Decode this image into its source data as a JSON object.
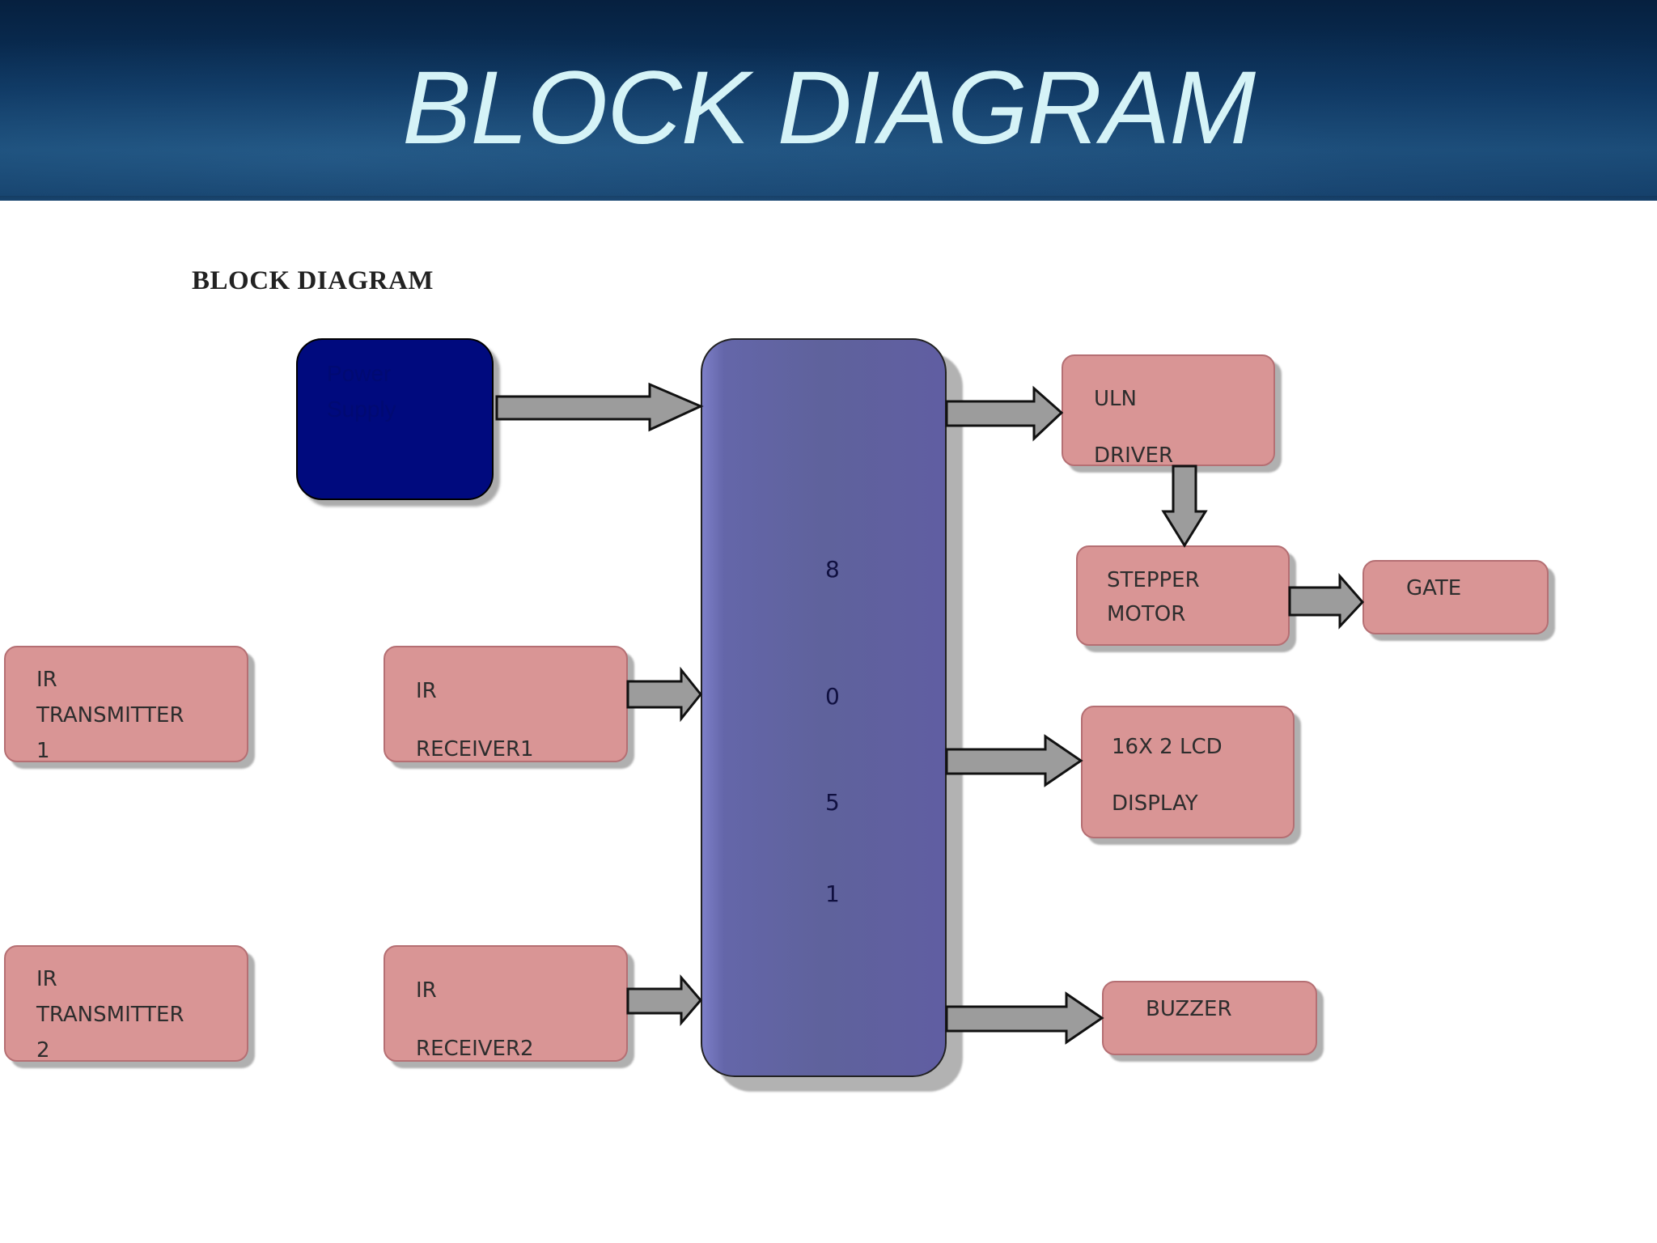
{
  "header": {
    "title": "BLOCK DIAGRAM"
  },
  "diagram": {
    "heading": "BLOCK DIAGRAM",
    "power_supply": "Power\nSupply",
    "microcontroller": [
      "8",
      "0",
      "5",
      "1"
    ],
    "ir_transmitter_1": "IR\nTRANSMITTER\n1",
    "ir_transmitter_2": "IR\nTRANSMITTER\n2",
    "ir_receiver_1": "IR\nRECEIVER1",
    "ir_receiver_2": "IR\nRECEIVER2",
    "uln_driver": "ULN\nDRIVER",
    "stepper_motor": "STEPPER\nMOTOR",
    "gate": "GATE",
    "lcd_display": "16X 2 LCD\nDISPLAY",
    "buzzer": "BUZZER"
  },
  "colors": {
    "header_text": "#d5f3f7",
    "block_fill": "#d99595",
    "power_fill": "#000a7e",
    "mcu_fill": "#5f629c",
    "arrow_fill": "#9c9c9c"
  }
}
